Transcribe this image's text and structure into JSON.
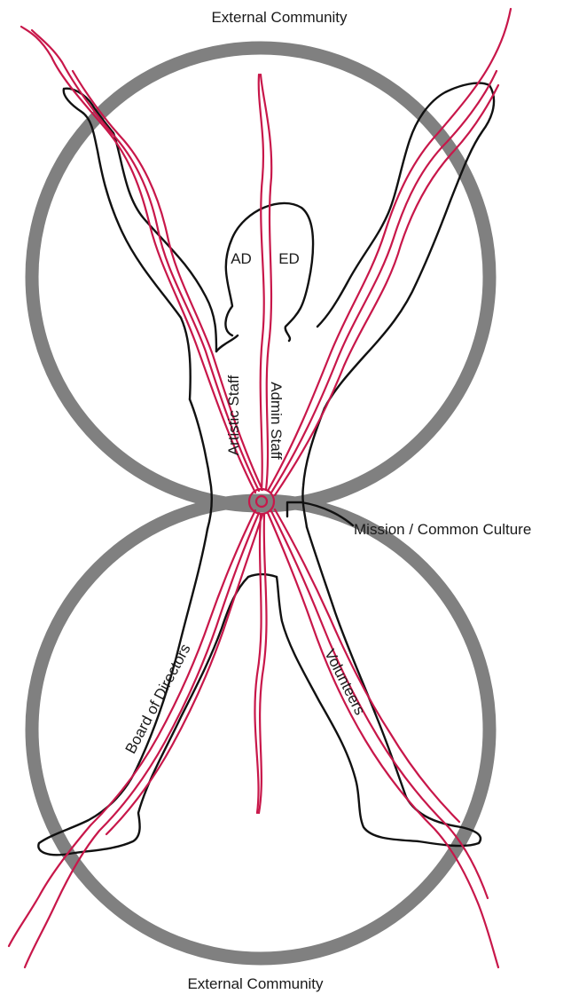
{
  "labels": {
    "top": "External Community",
    "bottom": "External Community",
    "ad": "AD",
    "ed": "ED",
    "artistic_staff": "Artistic Staff",
    "admin_staff": "Admin Staff",
    "mission": "Mission / Common Culture",
    "board": "Board of Directors",
    "volunteers": "Volunteers"
  },
  "colors": {
    "ring": "#808080",
    "outline": "#111111",
    "vein": "#c8174a"
  }
}
